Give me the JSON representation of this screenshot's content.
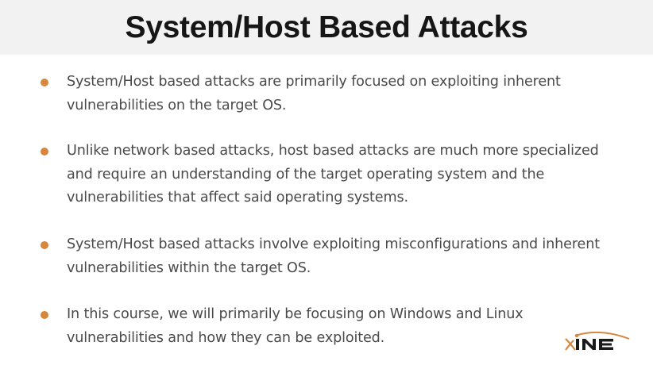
{
  "slide": {
    "title": "System/Host Based Attacks",
    "bullets": [
      {
        "text": "System/Host based attacks are primarily focused on exploiting inherent vulnerabilities on the target OS."
      },
      {
        "text": "Unlike network based attacks, host based attacks are much more specialized and require an understanding of the target operating system and the vulnerabilities that affect said operating systems."
      },
      {
        "text": "System/Host based attacks involve exploiting misconfigurations and inherent vulnerabilities within the target OS."
      },
      {
        "text": "In this course, we will primarily be focusing on Windows and Linux vulnerabilities and how they can be exploited."
      }
    ],
    "logo": {
      "text": "INE",
      "accent_color": "#d7863e",
      "text_color": "#1a1a1a"
    },
    "colors": {
      "header_bg": "#f2f2f2",
      "title": "#161616",
      "bullet_dot": "#d7863e",
      "body_text": "#4a4a4a"
    }
  }
}
